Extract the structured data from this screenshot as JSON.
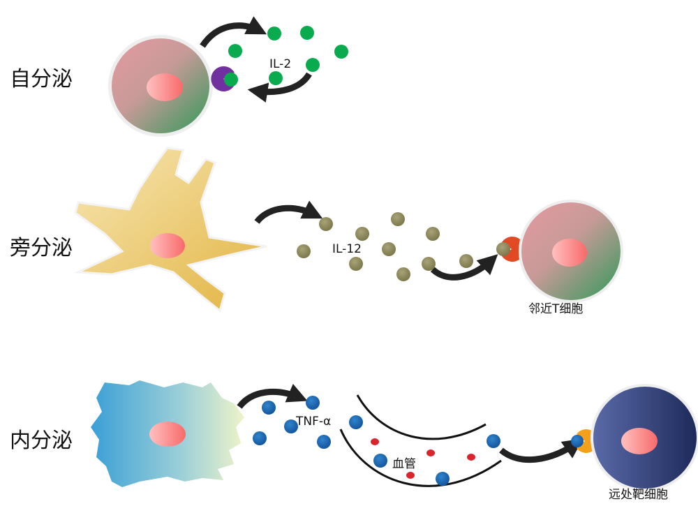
{
  "rows": {
    "autocrine": {
      "title": "自分泌",
      "molecule": "IL-2"
    },
    "paracrine": {
      "title": "旁分泌",
      "molecule": "IL-12",
      "target": "邻近T细胞"
    },
    "endocrine": {
      "title": "内分泌",
      "molecule": "TNF-α",
      "vessel": "血管",
      "target": "远处靶细胞"
    }
  },
  "colors": {
    "il2": "#0aab4f",
    "il12": "#8f8a5c",
    "tnf": "#1a68b0",
    "rbc": "#d8262c",
    "receptor_autocrine": "#7030a0",
    "receptor_paracrine": "#e24a26",
    "receptor_endocrine": "#f5a01a",
    "arrow": "#222222"
  }
}
